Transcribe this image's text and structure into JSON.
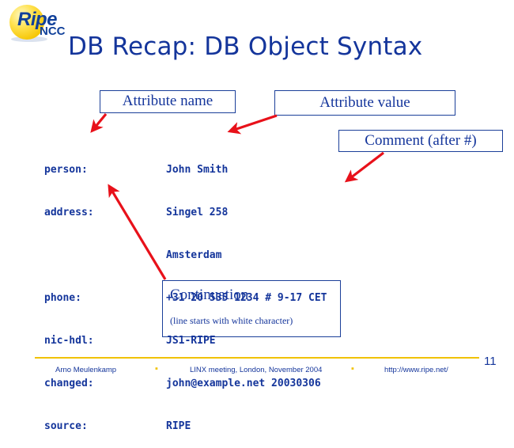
{
  "slide": {
    "title": "DB Recap: DB Object Syntax",
    "page_number": "11",
    "accent_blue": "#14359b",
    "accent_gold": "#f1c200",
    "arrow_red": "#e8111a"
  },
  "logo": {
    "wordmark": "Ripe",
    "suffix": "NCC"
  },
  "callouts": {
    "attribute_name": "Attribute name",
    "attribute_value": "Attribute value",
    "comment": "Comment (after #)",
    "continuation_title": "Continuation",
    "continuation_sub": "(line starts with white character)"
  },
  "object": {
    "lines": [
      {
        "key": "person:",
        "value": "John Smith"
      },
      {
        "key": "address:",
        "value": "Singel 258"
      },
      {
        "key": "",
        "value": "Amsterdam"
      },
      {
        "key": "phone:",
        "value": "+31 20 535 1234 # 9-17 CET"
      },
      {
        "key": "nic-hdl:",
        "value": "JS1-RIPE"
      },
      {
        "key": "changed:",
        "value": "john@example.net 20030306"
      },
      {
        "key": "source:",
        "value": "RIPE"
      }
    ]
  },
  "footer": {
    "author": "Arno Meulenkamp",
    "separator": "▪",
    "event": "LINX meeting, London, November 2004",
    "url": "http://www.ripe.net/"
  }
}
